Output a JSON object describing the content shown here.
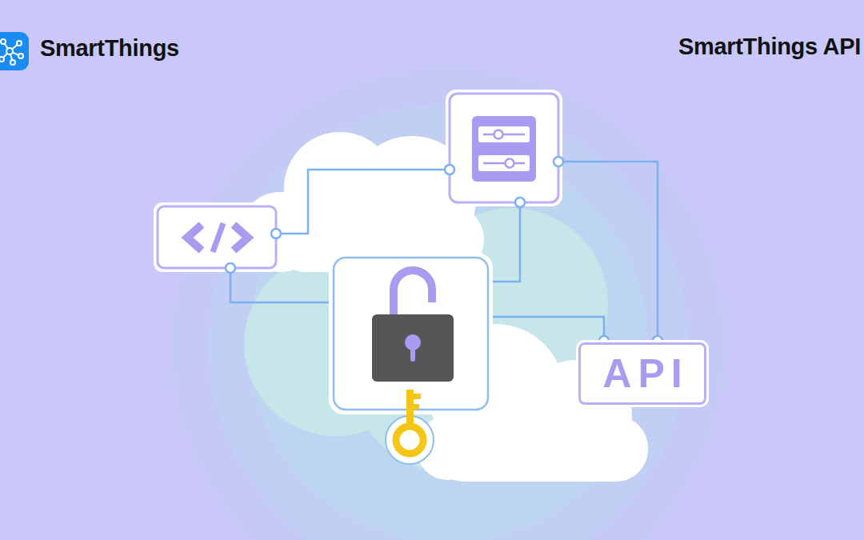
{
  "diagram": {
    "title": "SmartThings API",
    "nodes": [
      {
        "text": [
          "API"
        ]
      }
    ],
    "labels": [
      "SmartThings"
    ]
  }
}
